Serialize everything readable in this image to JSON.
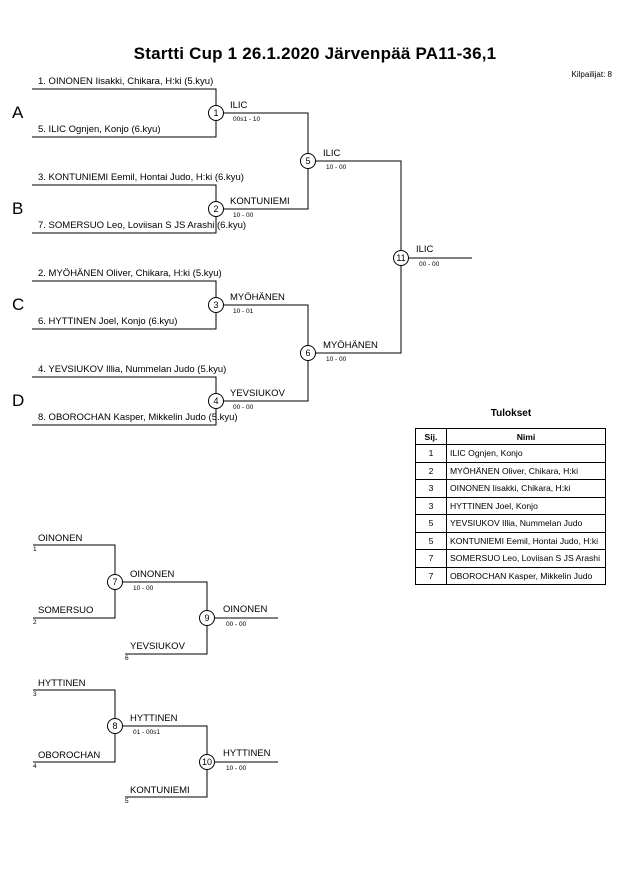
{
  "title": "Startti Cup 1  26.1.2020  Järvenpää   PA11-36,1",
  "competitors_label": "Kilpailijat: 8",
  "groups": [
    "A",
    "B",
    "C",
    "D"
  ],
  "entrants": [
    "1. OINONEN Iisakki, Chikara, H:ki (5.kyu)",
    "5. ILIC Ognjen, Konjo (6.kyu)",
    "3. KONTUNIEMI Eemil, Hontai Judo, H:ki (6.kyu)",
    "7. SOMERSUO Leo, Loviisan S JS Arashi (6.kyu)",
    "2. MYÖHÄNEN Oliver, Chikara, H:ki (5.kyu)",
    "6. HYTTINEN Joel, Konjo (6.kyu)",
    "4. YEVSIUKOV Illia, Nummelan Judo (5.kyu)",
    "8. OBOROCHAN Kasper, Mikkelin Judo (5.kyu)"
  ],
  "matches": [
    {
      "num": "1",
      "winner": "ILIC",
      "score": "00s1 - 10"
    },
    {
      "num": "2",
      "winner": "KONTUNIEMI",
      "score": "10 - 00"
    },
    {
      "num": "3",
      "winner": "MYÖHÄNEN",
      "score": "10 - 01"
    },
    {
      "num": "4",
      "winner": "YEVSIUKOV",
      "score": "00 - 00"
    },
    {
      "num": "5",
      "winner": "ILIC",
      "score": "10 - 00"
    },
    {
      "num": "6",
      "winner": "MYÖHÄNEN",
      "score": "10 - 00"
    },
    {
      "num": "11",
      "winner": "ILIC",
      "score": "00 - 00"
    },
    {
      "num": "7",
      "winner": "OINONEN",
      "score": "10 - 00"
    },
    {
      "num": "9",
      "winner": "OINONEN",
      "score": "00 - 00"
    },
    {
      "num": "8",
      "winner": "HYTTINEN",
      "score": "01 - 00s1"
    },
    {
      "num": "10",
      "winner": "HYTTINEN",
      "score": "10 - 00"
    }
  ],
  "repechage": [
    {
      "name": "OINONEN",
      "idx": "1"
    },
    {
      "name": "SOMERSUO",
      "idx": "2"
    },
    {
      "name": "YEVSIUKOV",
      "idx": "6"
    },
    {
      "name": "HYTTINEN",
      "idx": "3"
    },
    {
      "name": "OBOROCHAN",
      "idx": "4"
    },
    {
      "name": "KONTUNIEMI",
      "idx": "5"
    }
  ],
  "results": {
    "title": "Tulokset",
    "headers": [
      "Sij.",
      "Nimi"
    ],
    "rows": [
      {
        "rank": "1",
        "name": "ILIC Ognjen, Konjo"
      },
      {
        "rank": "2",
        "name": "MYÖHÄNEN Oliver, Chikara, H:ki"
      },
      {
        "rank": "3",
        "name": "OINONEN Iisakki, Chikara, H:ki"
      },
      {
        "rank": "3",
        "name": "HYTTINEN Joel, Konjo"
      },
      {
        "rank": "5",
        "name": "YEVSIUKOV Illia, Nummelan Judo"
      },
      {
        "rank": "5",
        "name": "KONTUNIEMI Eemil, Hontai Judo, H:ki"
      },
      {
        "rank": "7",
        "name": "SOMERSUO Leo, Loviisan S JS Arashi"
      },
      {
        "rank": "7",
        "name": "OBOROCHAN Kasper, Mikkelin Judo"
      }
    ]
  }
}
